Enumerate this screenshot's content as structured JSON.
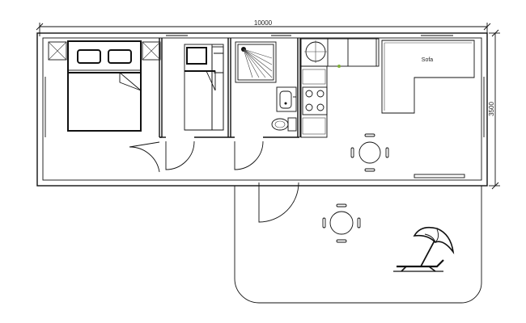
{
  "dimensions": {
    "length": "10000",
    "width": "3500"
  },
  "labels": {
    "sofa": "Sofa"
  },
  "icons": {
    "bed": "double-bed-icon",
    "bunks": "bunk-bed-icon",
    "shower": "shower-icon",
    "sink": "sink-icon",
    "toilet": "toilet-icon",
    "stove": "stove-icon",
    "dining": "dining-table-icon",
    "umbrella": "beach-umbrella-icon",
    "lounger": "sun-lounger-icon"
  },
  "colors": {
    "line": "#111111",
    "background": "#ffffff",
    "accent": "#7fae3a"
  }
}
